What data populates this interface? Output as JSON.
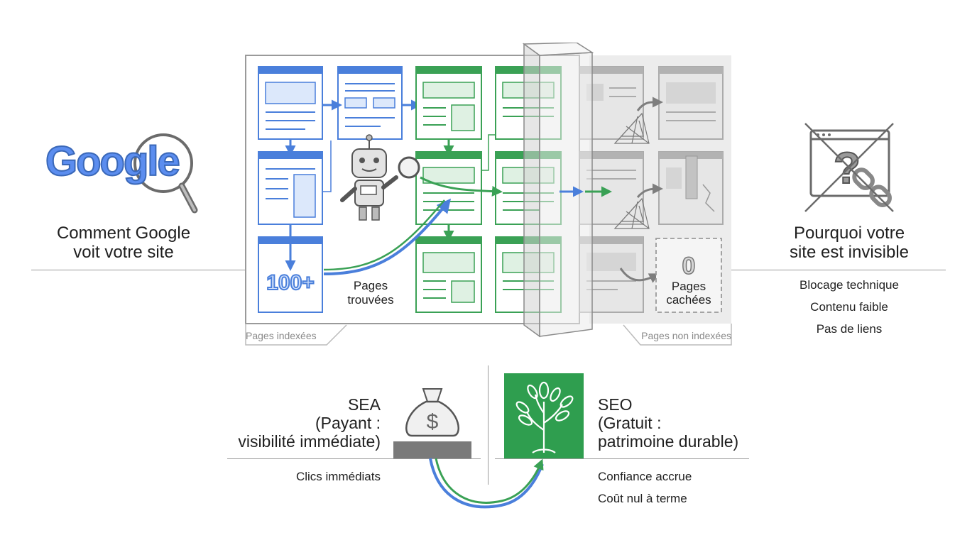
{
  "left": {
    "logo_text": "Google",
    "title_line1": "Comment Google",
    "title_line2": "voit votre site"
  },
  "right": {
    "title_line1": "Pourquoi votre",
    "title_line2": "site est invisible",
    "reasons": [
      "Blocage technique",
      "Contenu faible",
      "Pas de liens"
    ]
  },
  "center": {
    "count_badge": "100+",
    "found_line1": "Pages",
    "found_line2": "trouvées",
    "hidden_count": "0",
    "hidden_line1": "Pages",
    "hidden_line2": "cachées",
    "indexed_caption": "Pages indexées",
    "not_indexed_caption": "Pages non indexées"
  },
  "sea": {
    "line1": "SEA",
    "line2": "(Payant :",
    "line3": "visibilité immédiate)",
    "benefit": "Clics immédiats"
  },
  "seo": {
    "line1": "SEO",
    "line2": "(Gratuit :",
    "line3": "patrimoine durable)",
    "benefits": [
      "Confiance accrue",
      "Coût nul à terme"
    ]
  },
  "colors": {
    "blue": "#4a7fdb",
    "green": "#3aa155",
    "grey": "#8c8c8c",
    "seo_tile": "#2f9e4f",
    "sea_base": "#7a7a7a"
  },
  "icons": {
    "google": "magnifier-icon",
    "robot": "robot-crawler-icon",
    "invisible": "broken-link-question-icon",
    "money": "money-bag-icon",
    "tree": "tree-icon"
  }
}
